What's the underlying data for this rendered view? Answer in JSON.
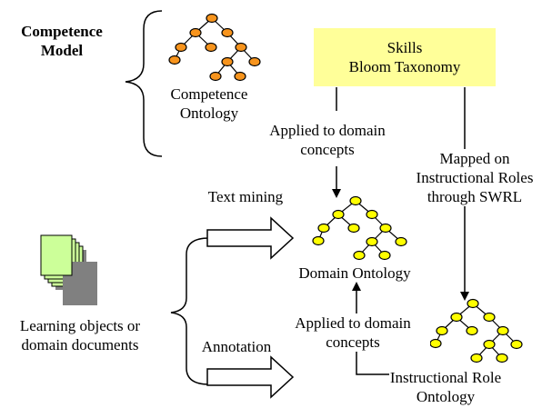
{
  "competence_model": {
    "line1": "Competence",
    "line2": "Model"
  },
  "competence_ontology": {
    "line1": "Competence",
    "line2": "Ontology"
  },
  "skills_box": {
    "line1": "Skills",
    "line2": "Bloom Taxonomy",
    "fill": "#ffff99"
  },
  "applied_top": {
    "line1": "Applied to domain",
    "line2": "concepts"
  },
  "mapped": {
    "line1": "Mapped on",
    "line2": "Instructional Roles",
    "line3": "through SWRL"
  },
  "text_mining": "Text mining",
  "domain_ontology": "Domain Ontology",
  "learning_objects": {
    "line1": "Learning objects or",
    "line2": "domain documents"
  },
  "annotation": "Annotation",
  "applied_bottom": {
    "line1": "Applied to domain",
    "line2": "concepts"
  },
  "instructional_role": {
    "line1": "Instructional Role",
    "line2": "Ontology"
  },
  "colors": {
    "competence_nodes": "#f7941d",
    "domain_nodes": "#ffff00",
    "documents": "#ccff99"
  }
}
